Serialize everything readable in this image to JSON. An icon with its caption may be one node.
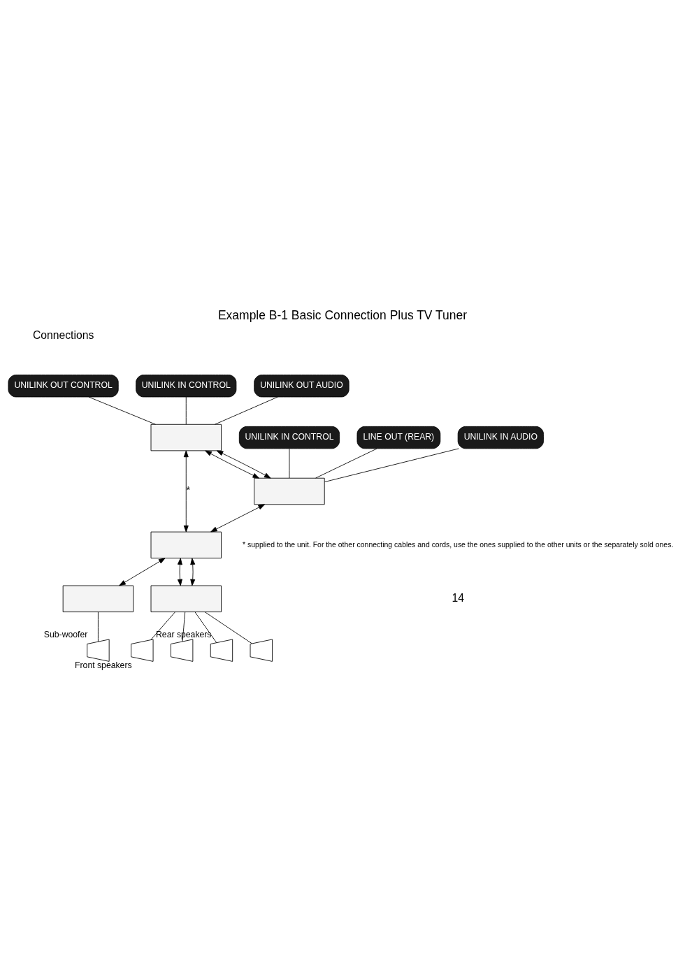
{
  "diagram": {
    "title": "Example B-1 Basic Connection Plus TV Tuner",
    "caption": "* supplied to the unit. For the other connecting cables and cords, use the ones supplied to the other units or the separately sold ones.",
    "nodes": [
      {
        "text": [
          "UNILINK OUT CONTROL"
        ]
      },
      {
        "text": [],
        "shape": "box"
      },
      {
        "text": [
          "UNILINK IN CONTROL"
        ]
      },
      {
        "text": [
          "UNILINK OUT AUDIO"
        ]
      },
      {
        "text": [],
        "shape": "box"
      },
      {
        "text": [],
        "shape": "speaker",
        "beside": [
          "Sub-woofer"
        ]
      },
      {
        "text": [],
        "shape": "box"
      },
      {
        "text": [],
        "shape": "speaker",
        "beside": [
          "Front speakers"
        ]
      },
      {
        "text": [],
        "shape": "speaker"
      },
      {
        "text": [],
        "shape": "speaker",
        "beside": [
          "Rear speakers"
        ]
      },
      {
        "text": [],
        "shape": "speaker"
      },
      {
        "text": [],
        "shape": "box"
      },
      {
        "text": [
          "UNILINK IN CONTROL"
        ]
      },
      {
        "text": [
          "LINE OUT (REAR)"
        ]
      },
      {
        "text": [
          "UNILINK IN AUDIO"
        ]
      },
      {
        "text": [],
        "shape": "box"
      }
    ],
    "edges": [
      {
        "from": 0,
        "to": 1,
        "arrow": "none"
      },
      {
        "from": 2,
        "to": 1,
        "arrow": "none"
      },
      {
        "from": 3,
        "to": 1,
        "arrow": "none"
      },
      {
        "from": 1,
        "to": 11,
        "arrow": "both",
        "label": "*"
      },
      {
        "from": 1,
        "to": 15,
        "arrow": "both"
      },
      {
        "from": 1,
        "to": 15,
        "arrow": "both"
      },
      {
        "from": 11,
        "to": 4,
        "arrow": "both"
      },
      {
        "from": 11,
        "to": 6,
        "arrow": "both"
      },
      {
        "from": 11,
        "to": 6,
        "arrow": "both"
      },
      {
        "from": 4,
        "to": 5,
        "arrow": "none"
      },
      {
        "from": 6,
        "to": 7,
        "arrow": "none"
      },
      {
        "from": 6,
        "to": 8,
        "arrow": "none"
      },
      {
        "from": 6,
        "to": 9,
        "arrow": "none"
      },
      {
        "from": 6,
        "to": 10,
        "arrow": "none"
      },
      {
        "from": 15,
        "to": 11,
        "arrow": "both"
      },
      {
        "from": 12,
        "to": 15,
        "arrow": "none"
      },
      {
        "from": 13,
        "to": 15,
        "arrow": "none"
      },
      {
        "from": 14,
        "to": 15,
        "arrow": "none"
      }
    ],
    "labels": [
      "Connections",
      "14"
    ]
  }
}
